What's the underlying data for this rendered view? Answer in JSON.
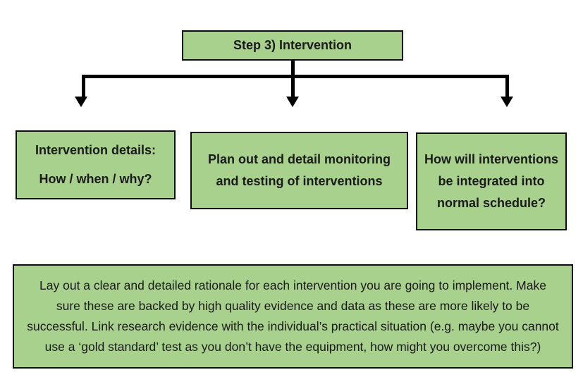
{
  "diagram": {
    "title_box": {
      "label": "Step 3) Intervention"
    },
    "branch_boxes": {
      "left": {
        "line1": "Intervention details:",
        "line2": "How / when / why?"
      },
      "middle": {
        "text": "Plan out and detail monitoring and testing of interventions"
      },
      "right": {
        "text": "How will interventions be integrated into normal schedule?"
      }
    },
    "note_box": {
      "text": "Lay out a clear and detailed rationale for each intervention you are going to implement. Make sure these are backed by high quality evidence and data as these are more likely to be successful. Link research evidence with the individual’s practical situation (e.g. maybe you cannot use a ‘gold standard’ test as you don’t have the equipment, how might you overcome this?)"
    },
    "connector": {
      "shape": "three-way-down-arrows",
      "arrow_count": 3
    },
    "colors": {
      "box_fill": "#a9d18e",
      "box_border": "#0d0d0d",
      "arrow": "#000000",
      "text": "#1a1a1a",
      "background": "#ffffff"
    }
  }
}
